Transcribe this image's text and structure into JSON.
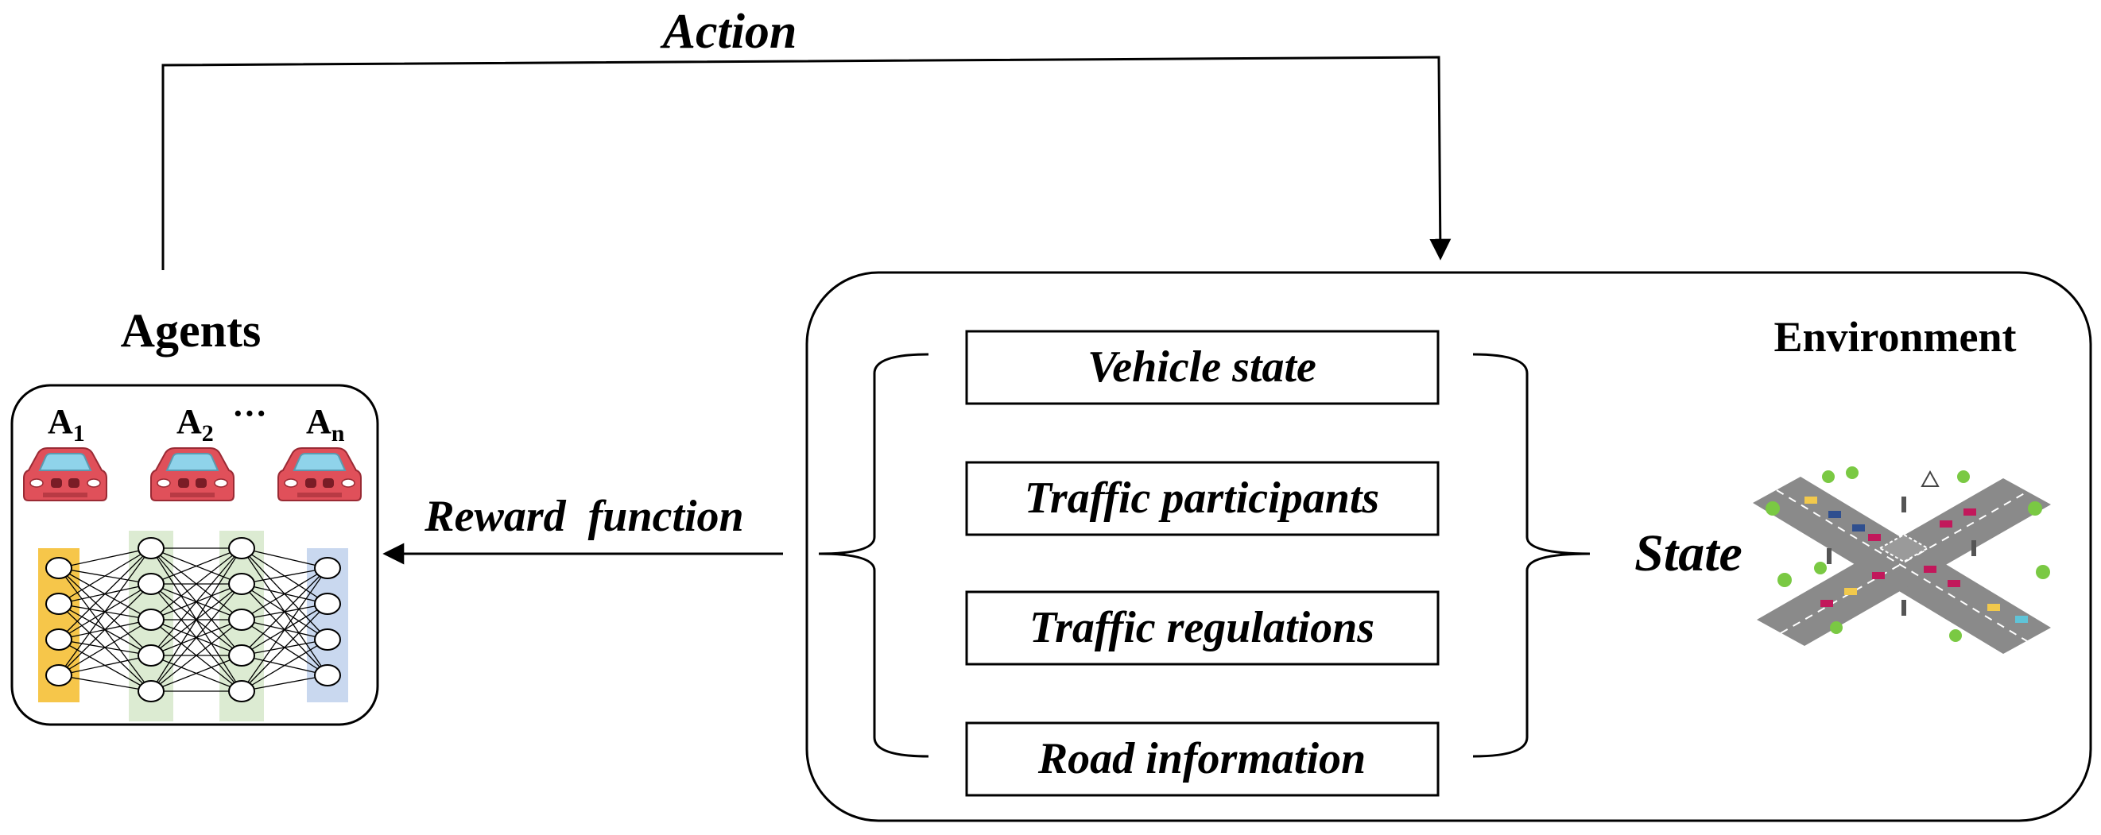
{
  "labels": {
    "action": "Action",
    "agents": "Agents",
    "reward": "Reward  function",
    "environment": "Environment",
    "state": "State"
  },
  "agents": {
    "a1": {
      "main": "A",
      "sub": "1"
    },
    "a2": {
      "main": "A",
      "sub": "2"
    },
    "dots": "···",
    "an": {
      "main": "A",
      "sub": "n"
    }
  },
  "state_items": [
    "Vehicle state",
    "Traffic participants",
    "Traffic regulations",
    "Road information"
  ],
  "colors": {
    "car_body": "#e0505a",
    "car_window": "#8fd3ea",
    "input_layer": "#f6c64a",
    "hidden_layer": "#dcebd2",
    "output_layer": "#c9d8ef",
    "road": "#8a8a8a",
    "tree": "#7ac943"
  }
}
